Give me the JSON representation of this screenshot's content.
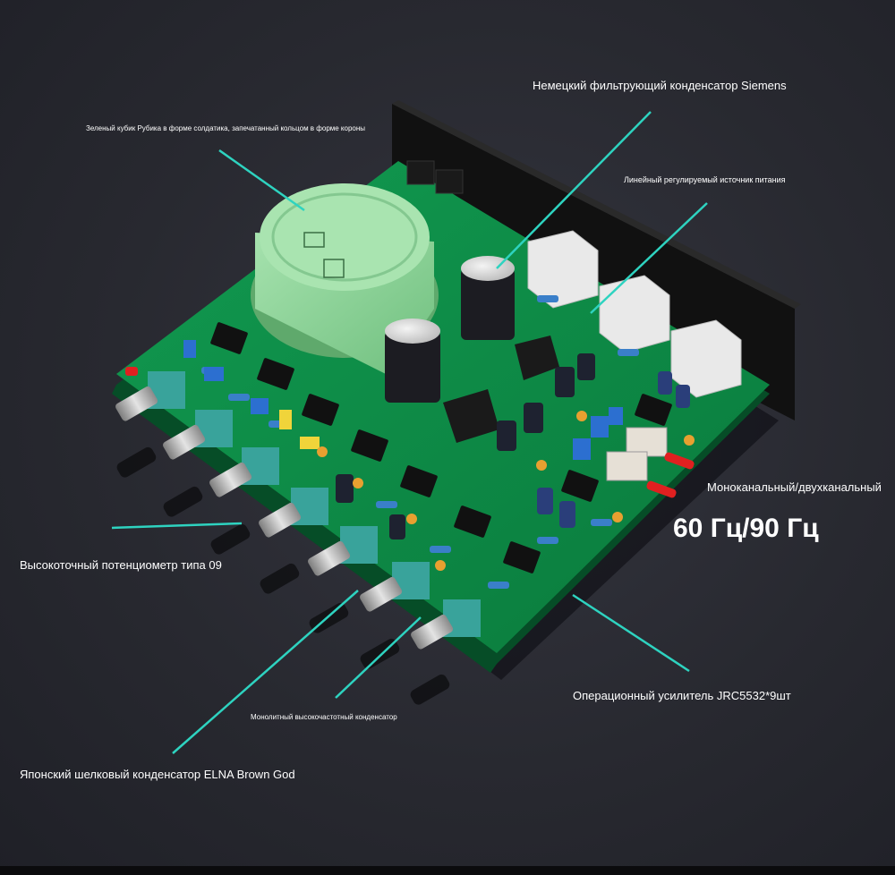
{
  "annotations": {
    "siemens_capacitor": "Немецкий фильтрующий конденсатор Siemens",
    "transformer": "Зеленый кубик Рубика в форме солдатика, запечатанный кольцом в форме короны",
    "power_supply": "Линейный регулируемый источник питания",
    "mono_stereo": "Моноканальный/двухканальный",
    "frequency": "60 Гц/90 Гц",
    "potentiometer": "Высокоточный потенциометр типа 09",
    "opamp": "Операционный усилитель JRC5532*9шт",
    "monolithic_capacitor": "Монолитный высокочастотный конденсатор",
    "elna_capacitor": "Японский шелковый конденсатор ELNA Brown God"
  },
  "colors": {
    "pcb": "#0e8a47",
    "pcb_dark": "#0a6a36",
    "heatsink": "#141414",
    "transformer": "#8fd39a",
    "leader_line": "#2ed3c0",
    "knob_base": "#3aa39c",
    "capacitor": "#1c1c22"
  }
}
